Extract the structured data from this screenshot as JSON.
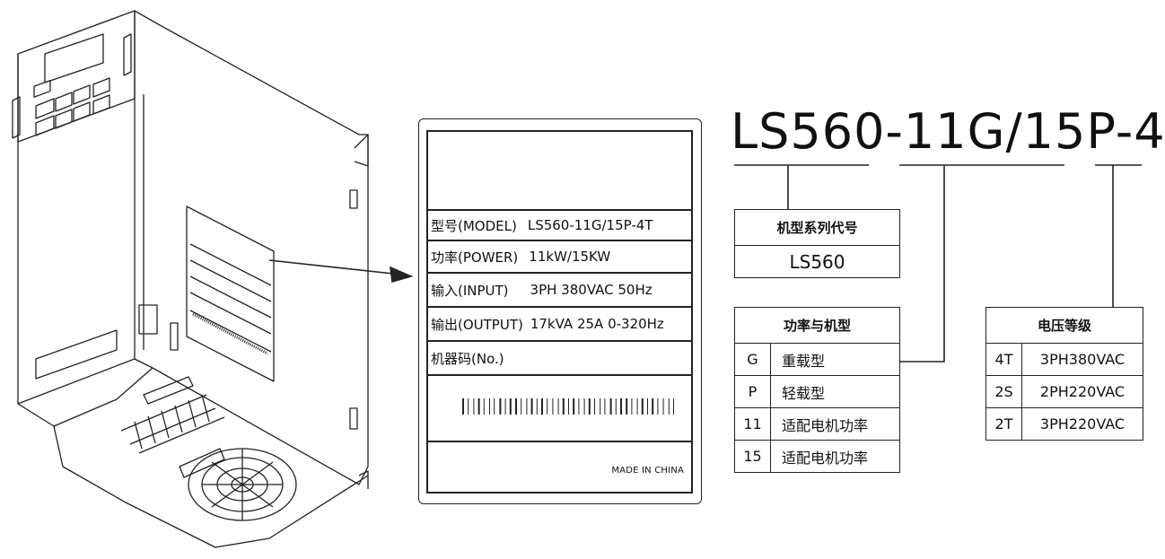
{
  "nameplate": {
    "rows": [
      {
        "key": "型号(MODEL)",
        "value": "LS560-11G/15P-4T"
      },
      {
        "key": "功率(POWER)",
        "value": "11kW/15KW"
      },
      {
        "key": "输入(INPUT)",
        "value": "3PH 380VAC 50Hz"
      },
      {
        "key": "输出(OUTPUT)",
        "value": "17kVA 25A 0-320Hz"
      },
      {
        "key": "机器码(No.)",
        "value": ""
      }
    ],
    "made_in": "MADE IN CHINA"
  },
  "model_code": "LS560-11G/15P-4T",
  "series_box": {
    "header": "机型系列代号",
    "value": "LS560"
  },
  "power_box": {
    "header": "功率与机型",
    "rows": [
      {
        "code": "G",
        "desc": "重载型"
      },
      {
        "code": "P",
        "desc": "轻载型"
      },
      {
        "code": "11",
        "desc": "适配电机功率"
      },
      {
        "code": "15",
        "desc": "适配电机功率"
      }
    ]
  },
  "voltage_box": {
    "header": "电压等级",
    "rows": [
      {
        "code": "4T",
        "desc": "3PH380VAC"
      },
      {
        "code": "2S",
        "desc": "2PH220VAC"
      },
      {
        "code": "2T",
        "desc": "3PH220VAC"
      }
    ]
  },
  "colors": {
    "line": "#222222",
    "background": "#ffffff"
  }
}
